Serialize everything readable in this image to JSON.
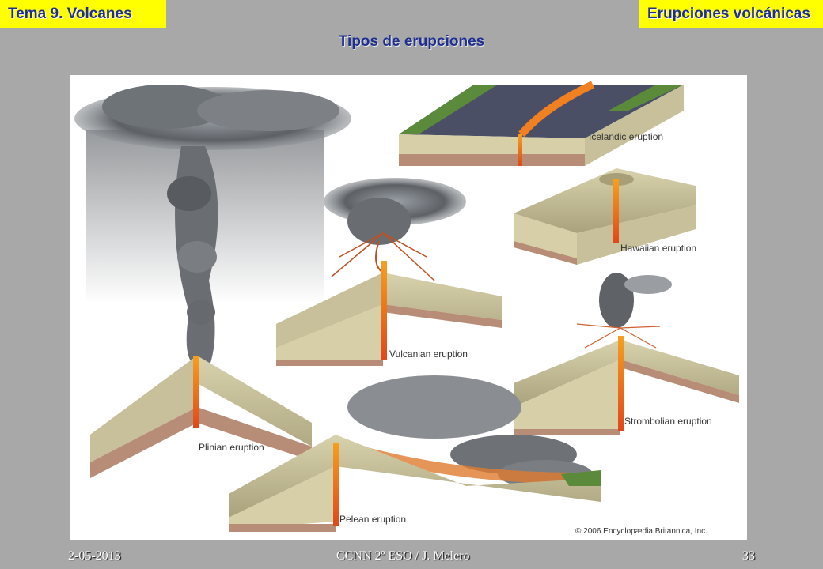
{
  "header": {
    "topic": "Tema 9. Volcanes",
    "section": "Erupciones volcánicas"
  },
  "slide_title": "Tipos de erupciones",
  "figure": {
    "labels": {
      "icelandic": "Icelandic eruption",
      "hawaiian": "Hawaiian eruption",
      "vulcanian": "Vulcanian eruption",
      "strombolian": "Strombolian eruption",
      "plinian": "Plinian eruption",
      "pelean": "Pelean eruption"
    },
    "copyright": "© 2006 Encyclopædia Britannica, Inc."
  },
  "footer": {
    "date": "2-05-2013",
    "course": "CCNN 2º ESO / J. Melero",
    "page": "33"
  },
  "colors": {
    "accent_yellow": "#ffff00",
    "title_blue": "#1f2f8f",
    "background_gray": "#a8a8a8",
    "lava": "#e8601c",
    "ground": "#c9c29a",
    "ash": "#6a6e72"
  }
}
